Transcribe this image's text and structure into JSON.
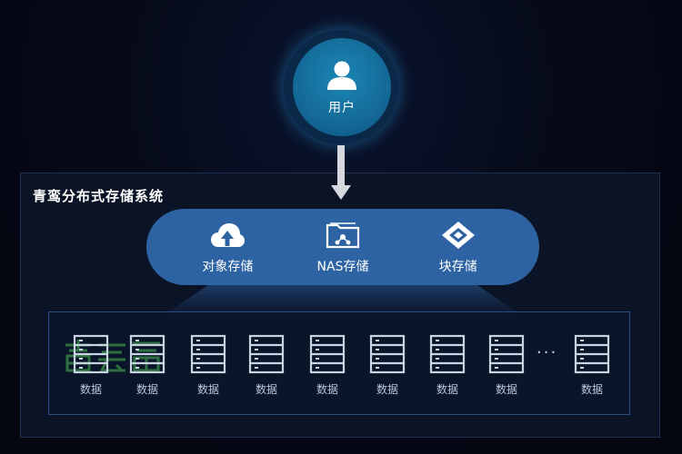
{
  "user": {
    "label": "用户",
    "icon": "user-icon"
  },
  "system": {
    "title": "青鸾分布式存储系统",
    "services": [
      {
        "label": "对象存储",
        "icon": "cloud-upload-icon"
      },
      {
        "label": "NAS存储",
        "icon": "nas-folder-icon"
      },
      {
        "label": "块存储",
        "icon": "block-storage-icon"
      }
    ]
  },
  "data_nodes": {
    "labels": [
      "数据",
      "数据",
      "数据",
      "数据",
      "数据",
      "数据",
      "数据",
      "数据",
      "数据"
    ],
    "ellipsis": "···",
    "icon": "server-rack-icon"
  },
  "watermark": {
    "text": "青云"
  },
  "colors": {
    "background": "#050814",
    "panel": "#0b1426",
    "service_bar": "#2e63a3",
    "user_circle": "#1678a8",
    "data_border": "#2a4f82",
    "server_icon": "#c9d4e2"
  }
}
